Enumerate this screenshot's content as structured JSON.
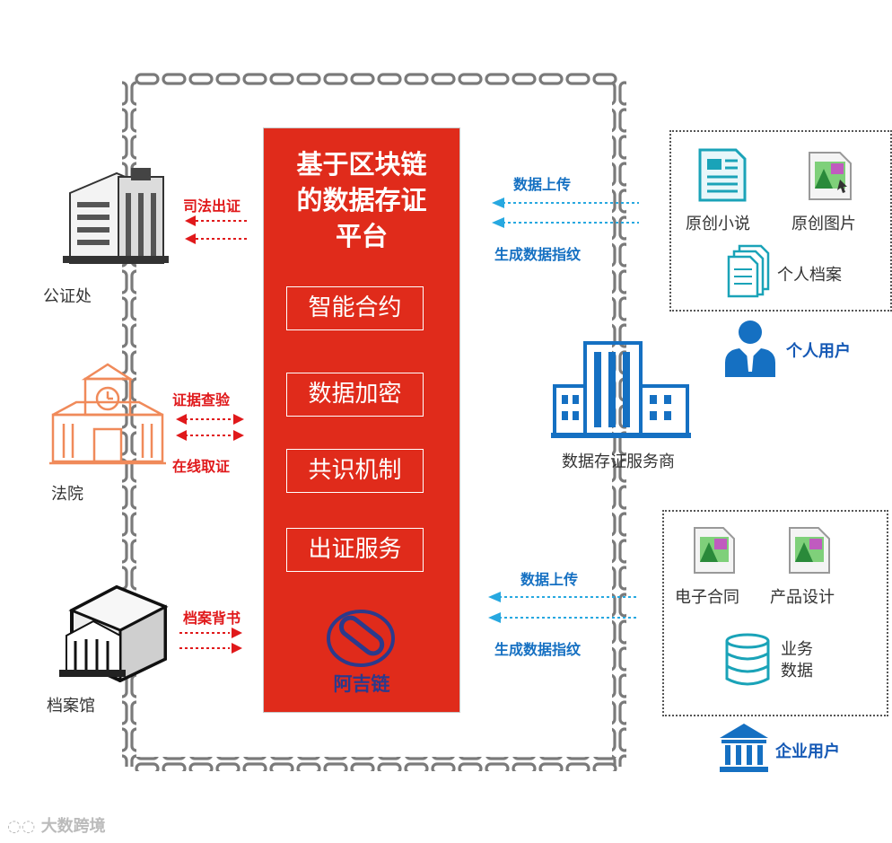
{
  "platform": {
    "title_line1": "基于区块链",
    "title_line2": "的数据存证",
    "title_line3": "平台",
    "features": [
      "智能合约",
      "数据加密",
      "共识机制",
      "出证服务"
    ],
    "logo_text": "阿吉链"
  },
  "left": {
    "notary": {
      "label": "公证处",
      "arrow_label": "司法出证"
    },
    "court": {
      "label": "法院",
      "arrow_label_top": "证据查验",
      "arrow_label_bottom": "在线取证"
    },
    "archive": {
      "label": "档案馆",
      "arrow_label": "档案背书"
    }
  },
  "right": {
    "service_provider": "数据存证服务商",
    "personal": {
      "upload": "数据上传",
      "fingerprint": "生成数据指纹",
      "items": [
        "原创小说",
        "原创图片",
        "个人档案"
      ],
      "user_label": "个人用户"
    },
    "enterprise": {
      "upload": "数据上传",
      "fingerprint": "生成数据指纹",
      "items": [
        "电子合同",
        "产品设计"
      ],
      "business_line1": "业务",
      "business_line2": "数据",
      "user_label": "企业用户"
    }
  },
  "watermark": "大数跨境",
  "colors": {
    "red": "#e02b1b",
    "blue": "#1570c2",
    "chain": "#8a8a8a",
    "orange": "#f08a5a"
  }
}
